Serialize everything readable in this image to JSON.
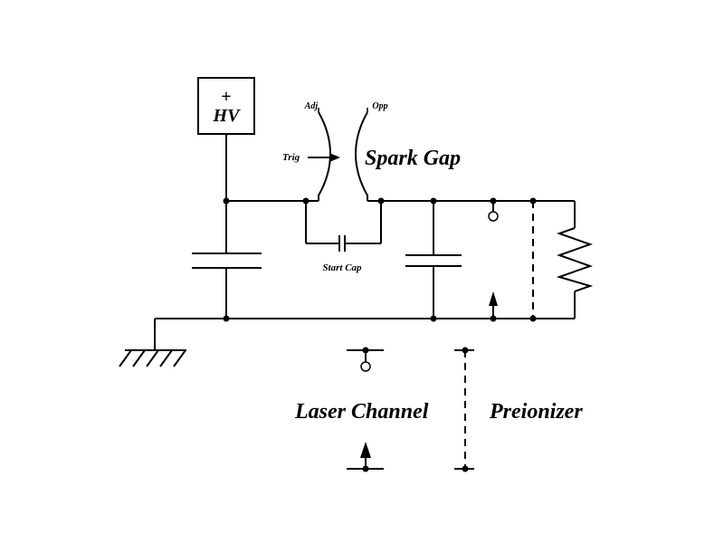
{
  "supply": {
    "plus": "+",
    "label": "HV"
  },
  "spark_gap": {
    "title": "Spark Gap",
    "adj": "Adj",
    "opp": "Opp",
    "trig": "Trig"
  },
  "start_cap": {
    "label": "Start Cap"
  },
  "legend": {
    "laser_channel": "Laser Channel",
    "preionizer": "Preionizer"
  }
}
